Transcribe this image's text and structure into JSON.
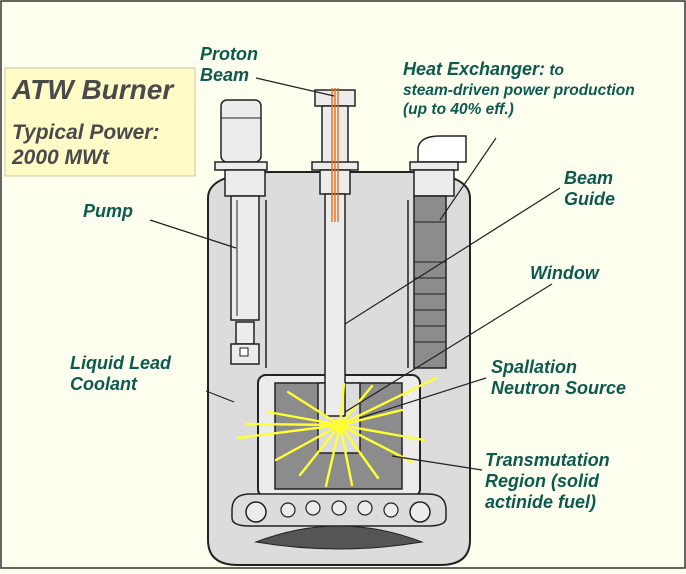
{
  "title_box": {
    "title": "ATW Burner",
    "power_line1": "Typical Power:",
    "power_line2": "2000 MWt"
  },
  "labels": {
    "proton_beam_1": "Proton",
    "proton_beam_2": "Beam",
    "heat_exchanger_head": "Heat Exchanger:",
    "heat_exchanger_tail": " to",
    "heat_exchanger_2": "steam-driven power production",
    "heat_exchanger_3": "(up to 40% eff.)",
    "beam_guide_1": "Beam",
    "beam_guide_2": "Guide",
    "pump": "Pump",
    "window": "Window",
    "coolant_1": "Liquid Lead",
    "coolant_2": "Coolant",
    "spallation_1": "Spallation",
    "spallation_2": "Neutron Source",
    "transmutation_1": "Transmutation",
    "transmutation_2": "Region (solid",
    "transmutation_3": "actinide fuel)"
  },
  "colors": {
    "background": "#fffff0",
    "label_text": "#0c5a4e",
    "title_box": "#fffcc8",
    "vessel": "#dcdcdc",
    "core": "#8c8c8c",
    "beam_line": "#e07020",
    "spallation_burst": "#ffff33"
  }
}
